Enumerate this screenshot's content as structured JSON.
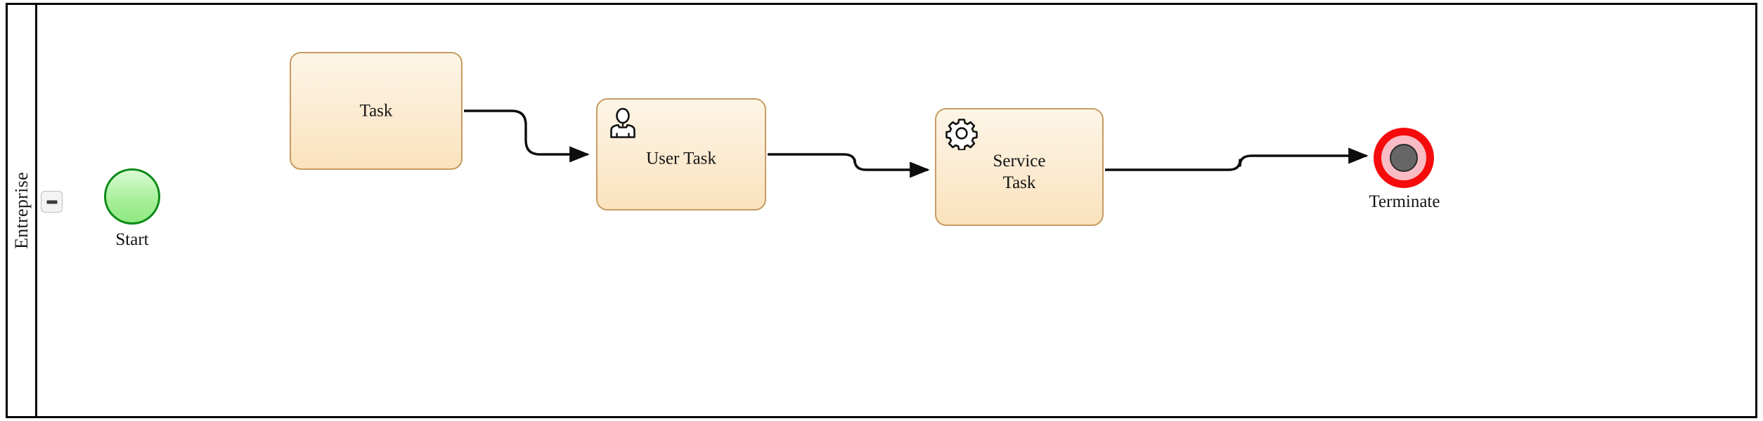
{
  "diagram": {
    "type": "bpmn-process",
    "pool": {
      "lane_label": "Entreprise",
      "collapse_toggle": "−"
    },
    "colors": {
      "pool_border": "#000000",
      "task_fill": "#fcecd4",
      "task_border": "#c79b62",
      "start_fill": "#a9f09b",
      "start_border": "#0b8a18",
      "terminate_ring": "#f50b0b",
      "terminate_mid": "#f9bcc4",
      "terminate_core": "#666666",
      "flow_stroke": "#0d0d0d"
    },
    "nodes": [
      {
        "id": "start",
        "kind": "start-event",
        "label": "Start"
      },
      {
        "id": "task",
        "kind": "task",
        "label": "Task",
        "label_line2": ""
      },
      {
        "id": "user-task",
        "kind": "user-task",
        "label": "User Task",
        "label_line2": "",
        "icon": "user-icon"
      },
      {
        "id": "service-task",
        "kind": "service-task",
        "label": "Service",
        "label_line2": "Task",
        "icon": "gear-icon"
      },
      {
        "id": "terminate",
        "kind": "terminate-end-event",
        "label": "Terminate"
      }
    ],
    "flows": [
      {
        "from": "task",
        "to": "user-task"
      },
      {
        "from": "user-task",
        "to": "service-task"
      },
      {
        "from": "service-task",
        "to": "terminate"
      }
    ]
  }
}
